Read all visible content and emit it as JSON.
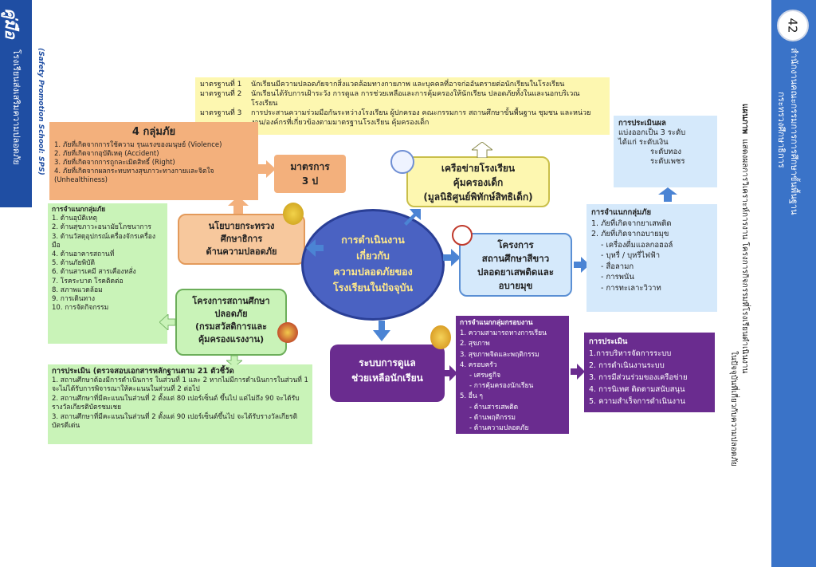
{
  "header": {
    "brand_main": "คู่มือ",
    "brand_sub": "โรงเรียนส่งเสริมความปลอดภัย",
    "brand_en": "(Safety Promotion School: SPS)",
    "page_number": "42",
    "side_org": "สำนักงานคณะกรรมการการศึกษาขั้นพื้นฐาน",
    "side_org2": "กระทรวงศึกษาธิการ"
  },
  "caption": {
    "label": "แผนภาพ",
    "text1": "แสดงผลการวิเคราะห์การงาน  โครงการกิจกรรมที่โรงเรียนดำเนินงาน",
    "text2": "ในปัจจุบันที่เกี่ยวกับความปลอดภัย"
  },
  "standards": {
    "s1_label": "มาตรฐานที่ 1",
    "s1_text": "นักเรียนมีความปลอดภัยจากสิ่งแวดล้อมทางกายภาพ และบุคคลที่อาจก่ออันตรายต่อนักเรียนในโรงเรียน",
    "s2_label": "มาตรฐานที่ 2",
    "s2_text": "นักเรียนได้รับการเฝ้าระวัง การดูแล การช่วยเหลือและการคุ้มครองให้นักเรียน ปลอดภัยทั้งในและนอกบริเวณโรงเรียน",
    "s3_label": "มาตรฐานที่ 3",
    "s3_text": "การประสานความร่วมมือกันระหว่างโรงเรียน ผู้ปกครอง คณะกรรมการ สถานศึกษาขั้นพื้นฐาน ชุมชน และหน่วยงาน/องค์กรที่เกี่ยวข้องตามมาตรฐานโรงเรียน คุ้มครองเด็ก"
  },
  "four_hazards": {
    "title": "4 กลุ่มภัย",
    "items": [
      "1. ภัยที่เกิดจากการใช้ความ รุนแรงของมนุษย์ (Violence)",
      "2. ภัยที่เกิดจากอุบัติเหตุ (Accident)",
      "3. ภัยที่เกิดจากการถูกละเมิดสิทธิ์ (Right)",
      "4. ภัยที่เกิดจากผลกระทบทางสุขภาวะทางกายและจิตใจ (Unhealthiness)"
    ]
  },
  "measures": {
    "title": "มาตรการ\n3 ป"
  },
  "network": {
    "title": "เครือข่ายโรงเรียน\nคุ้มครองเด็ก\n(มูลนิธิศูนย์พิทักษ์สิทธิเด็ก)"
  },
  "evaluation_levels": {
    "title": "การประเมินผล",
    "lines": [
      "แบ่งออกเป็น 3 ระดับ",
      "ได้แก่ ระดับเงิน",
      "ระดับทอง",
      "ระดับเพชร"
    ]
  },
  "ministry_policy": {
    "title": "นโยบายกระทรวง\nศึกษาธิการ\nด้านความปลอดภัย"
  },
  "center": {
    "title": "การดำเนินงาน\nเกี่ยวกับ\nความปลอดภัยของ\nโรงเรียนในปัจจุบัน"
  },
  "white_school": {
    "title": "โครงการ\nสถานศึกษาสีขาว\nปลอดยาเสพติดและ\nอบายมุข"
  },
  "drug_classify": {
    "title": "การจำแนกกลุ่มภัย",
    "items": [
      "1. ภัยที่เกิดจากยาเสพติด",
      "2. ภัยที่เกิดจากอบายมุข",
      "- เครื่องดื่มแอลกอฮอล์",
      "- บุหรี่ / บุหรี่ไฟฟ้า",
      "- สื่อลามก",
      "- การพนัน",
      "- การทะเลาะวิวาท"
    ]
  },
  "hazard_classify": {
    "title": "การจำแนกกลุ่มภัย",
    "items": [
      "1. ด้านอุบัติเหตุ",
      "2. ด้านสุขภาวะอนามัยโภชนาการ",
      "3. ด้านวัสดุอุปกรณ์เครื่องจักรเครื่องมือ",
      "4. ด้านอาคารสถานที่",
      "5. ด้านภัยพิบัติ",
      "6. ด้านสารเคมี สารเคืองหลั่ง",
      "7. โรคระบาด โรคติดต่อ",
      "8. สภาพแวดล้อม",
      "9. การเดินทาง",
      "10. การจัดกิจกรรม"
    ]
  },
  "safe_school": {
    "title": "โครงการสถานศึกษา\nปลอดภัย\n(กรมสวัสดิการและ\nคุ้มครองแรงงาน)"
  },
  "support_system": {
    "title": "ระบบการดูแล\nช่วยเหลือนักเรียน"
  },
  "work_groups": {
    "title": "การจำแนกกลุ่มกรอบงาน",
    "items": [
      "1. ความสามารถทางการเรียน",
      "2. สุขภาพ",
      "3. สุขภาพจิตและพฤติกรรม",
      "4. ครอบครัว",
      "- เศรษฐกิจ",
      "- การคุ้มครองนักเรียน",
      "5. อื่น ๆ",
      "- ด้านสารเสพติด",
      "- ด้านพฤติกรรม",
      "- ด้านความปลอดภัย"
    ]
  },
  "evaluation_criteria": {
    "title": "การประเมิน",
    "items": [
      "1.การบริหารจัดการระบบ",
      "2. การดำเนินงานระบบ",
      "3. การมีส่วนร่วมของเครือข่าย",
      "4. การนิเทศ ติดตามสนับสนุน",
      "5. ความสำเร็จการดำเนินงาน"
    ]
  },
  "evaluation_21": {
    "title": "การประเมิน  (ตรวจสอบเอกสารหลักฐานตาม 21 ตัวชี้วัด",
    "items": [
      "1. สถานศึกษาต้องมีการดำเนินการ ในส่วนที่ 1 และ 2 หากไม่มีการดำเนินการในส่วนที่ 1 จะไม่ได้รับการพิจารณาให้คะแนนในส่วนที่ 2 ต่อไป",
      "2. สถานศึกษาที่มีคะแนนในส่วนที่ 2 ตั้งแต่ 80 เปอร์เซ็นต์ ขึ้นไป แต่ไม่ถึง 90 จะได้รับรางวัลเกียรติบัตรชมเชย",
      "3. สถานศึกษาที่มีคะแนนในส่วนที่ 2 ตั้งแต่ 90 เปอร์เซ็นต์ขึ้นไป จะได้รับรางวัลเกียรติบัตรดีเด่น"
    ]
  },
  "colors": {
    "yellow": "#fdf7b0",
    "orange": "#f3b07c",
    "green": "#c9f3b8",
    "lightblue": "#d5e9fb",
    "purple": "#6a2c8f",
    "center_blue": "#4a62c2",
    "arrow_blue": "#4b84d4"
  }
}
